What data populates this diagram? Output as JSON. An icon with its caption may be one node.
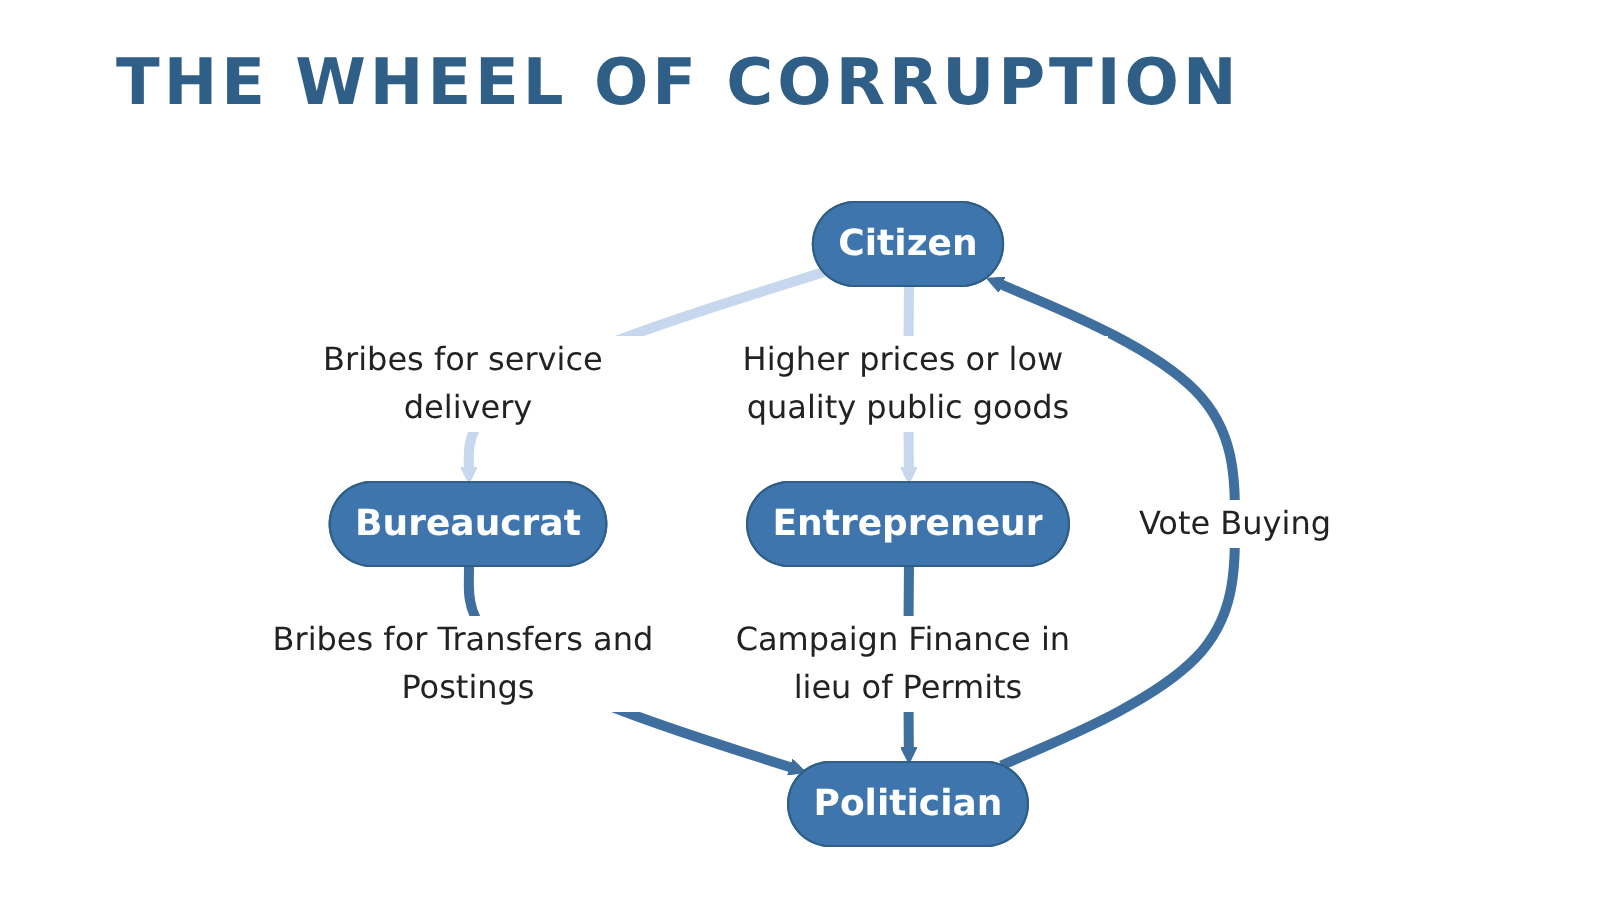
{
  "diagram": {
    "title": "THE WHEEL OF CORRUPTION",
    "nodes": [
      {
        "text": [
          "Citizen"
        ]
      },
      {
        "text": [
          "Politician"
        ]
      },
      {
        "text": [
          "Bureaucrat"
        ]
      },
      {
        "text": [
          "Entrepreneur"
        ]
      }
    ],
    "edges": [
      {
        "from": 0,
        "to": 2,
        "arrow": "to",
        "label": "Bribes for service delivery",
        "color": "#c6d7ee"
      },
      {
        "from": 0,
        "to": 3,
        "arrow": "to",
        "label": "Higher prices or low quality public goods",
        "color": "#c6d7ee"
      },
      {
        "from": 1,
        "to": 0,
        "arrow": "to",
        "label": "Vote Buying"
      },
      {
        "from": 2,
        "to": 1,
        "arrow": "to",
        "label": "Bribes for Transfers and Postings"
      },
      {
        "from": 3,
        "to": 1,
        "arrow": "to",
        "label": "Campaign Finance in lieu of Permits"
      }
    ]
  }
}
